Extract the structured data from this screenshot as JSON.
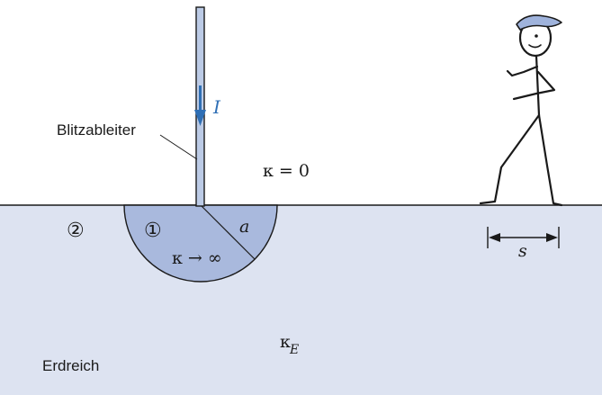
{
  "labels": {
    "lightning_rod": "Blitzableiter",
    "current": "I",
    "kappa_air": "κ = 0",
    "radius": "a",
    "region_1": "①",
    "region_2": "②",
    "kappa_inf": "κ → ∞",
    "step": "s",
    "kappa_earth_symbol": "κ",
    "kappa_earth_sub": "E",
    "earth": "Erdreich"
  },
  "colors": {
    "ground": "#dde3f1",
    "hemisphere": "#a9b9dd",
    "rod_fill": "#bccbe6",
    "outline": "#1a1a1a",
    "arrow": "#2f6fb5",
    "cap": "#9fb3dc"
  }
}
